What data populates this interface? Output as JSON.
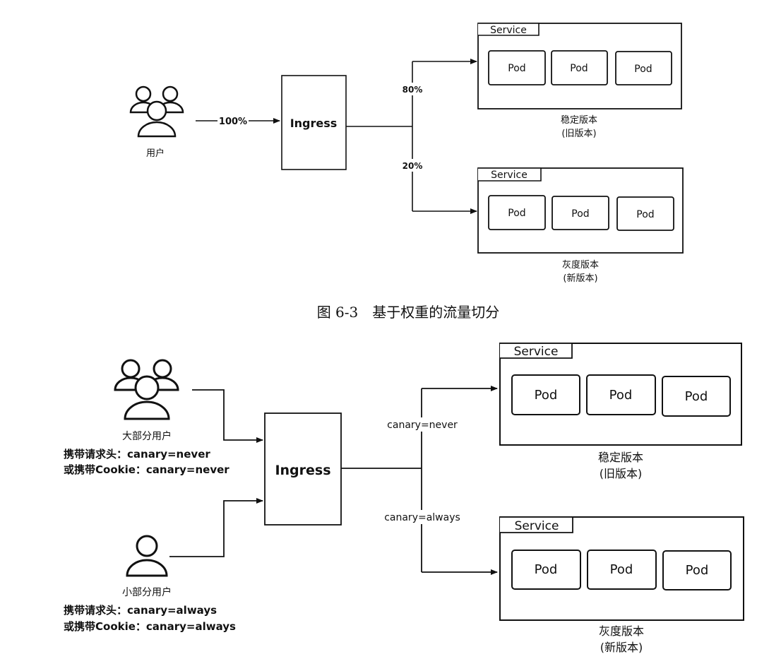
{
  "figure1": {
    "users_label": "用户",
    "percent_in": "100%",
    "ingress_label": "Ingress",
    "branch_top_label": "80%",
    "branch_bottom_label": "20%",
    "stable_service": {
      "title": "Service",
      "pods": [
        "Pod",
        "Pod",
        "Pod"
      ],
      "caption_line1": "稳定版本",
      "caption_line2": "(旧版本)"
    },
    "canary_service": {
      "title": "Service",
      "pods": [
        "Pod",
        "Pod",
        "Pod"
      ],
      "caption_line1": "灰度版本",
      "caption_line2": "(新版本)"
    },
    "caption": "图 6-3　基于权重的流量切分"
  },
  "figure2": {
    "majority_users_label": "大部分用户",
    "majority_header_text": "携带请求头：canary=never",
    "majority_cookie_text": "或携带Cookie：canary=never",
    "minority_users_label": "小部分用户",
    "minority_header_text": "携带请求头：canary=always",
    "minority_cookie_text": "或携带Cookie：canary=always",
    "ingress_label": "Ingress",
    "branch_top_label": "canary=never",
    "branch_bottom_label": "canary=always",
    "stable_service": {
      "title": "Service",
      "pods": [
        "Pod",
        "Pod",
        "Pod"
      ],
      "caption_line1": "稳定版本",
      "caption_line2": "(旧版本)"
    },
    "canary_service": {
      "title": "Service",
      "pods": [
        "Pod",
        "Pod",
        "Pod"
      ],
      "caption_line1": "灰度版本",
      "caption_line2": "(新版本)"
    }
  },
  "colors": {
    "stroke": "#111111",
    "background": "#ffffff"
  }
}
